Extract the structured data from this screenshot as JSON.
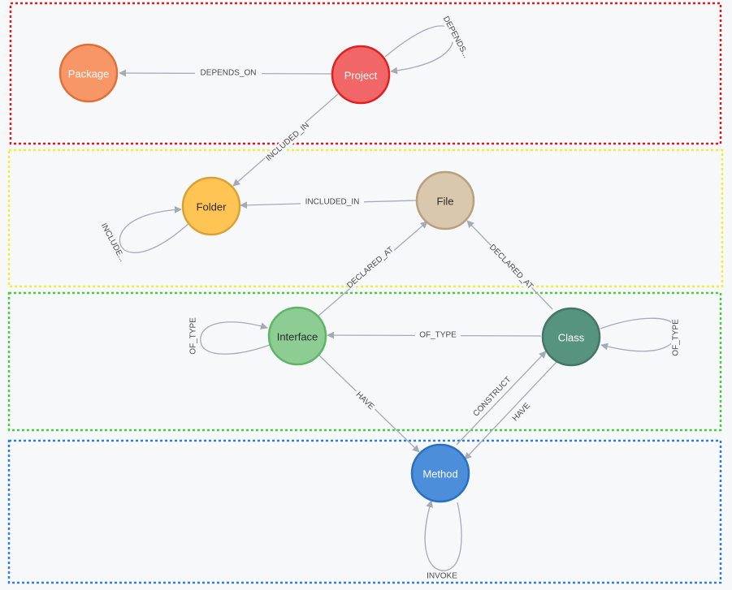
{
  "colors": {
    "edge": "#a5abb6",
    "layer_red": "#e01b1b",
    "layer_yellow": "#f1ee3a",
    "layer_green": "#3fd23a",
    "layer_blue": "#2f7fe0"
  },
  "nodes": {
    "package": {
      "label": "Package",
      "fill": "#f79767",
      "stroke": "#e0703a",
      "text": "#ffffff"
    },
    "project": {
      "label": "Project",
      "fill": "#f16667",
      "stroke": "#e02020",
      "text": "#ffffff"
    },
    "folder": {
      "label": "Folder",
      "fill": "#ffc454",
      "stroke": "#d9a236",
      "text": "#2a2a2a"
    },
    "file": {
      "label": "File",
      "fill": "#d9c8ae",
      "stroke": "#b89f7d",
      "text": "#2a2a2a"
    },
    "interface": {
      "label": "Interface",
      "fill": "#8dcc93",
      "stroke": "#5db665",
      "text": "#2a2a2a"
    },
    "class": {
      "label": "Class",
      "fill": "#569480",
      "stroke": "#447666",
      "text": "#ffffff"
    },
    "method": {
      "label": "Method",
      "fill": "#4c8eda",
      "stroke": "#2870c2",
      "text": "#ffffff"
    }
  },
  "edges": {
    "project_package": "DEPENDS_ON",
    "project_self": "DEPENDS...",
    "project_folder": "INCLUDED_IN",
    "file_folder": "INCLUDED_IN",
    "folder_self": "INCLUDE...",
    "interface_file": "DECLARED_AT",
    "class_file": "DECLARED_AT",
    "interface_self": "OF_TYPE",
    "class_interface": "OF_TYPE",
    "class_self": "OF_TYPE",
    "interface_method": "HAVE",
    "method_class": "CONSTRUCT",
    "class_method": "HAVE",
    "method_self": "INVOKE"
  }
}
